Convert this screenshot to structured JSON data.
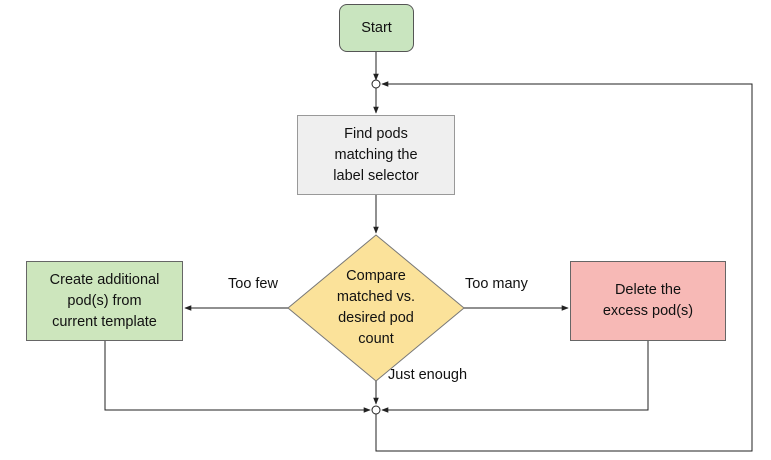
{
  "nodes": {
    "start": {
      "label": "Start",
      "fill": "#c9e5bf"
    },
    "find_pods": {
      "label": "Find pods\nmatching the\nlabel selector",
      "fill": "#efefef"
    },
    "compare": {
      "label": "Compare\nmatched vs.\ndesired pod\ncount",
      "fill": "#fbe29a"
    },
    "create": {
      "label": "Create additional\npod(s) from\ncurrent template",
      "fill": "#cde6bd"
    },
    "delete": {
      "label": "Delete the\nexcess pod(s)",
      "fill": "#f7b9b6"
    }
  },
  "edges": {
    "too_few": "Too few",
    "too_many": "Too many",
    "just_enough": "Just enough"
  },
  "colors": {
    "line": "#222222",
    "junction_fill": "#ffffff"
  }
}
